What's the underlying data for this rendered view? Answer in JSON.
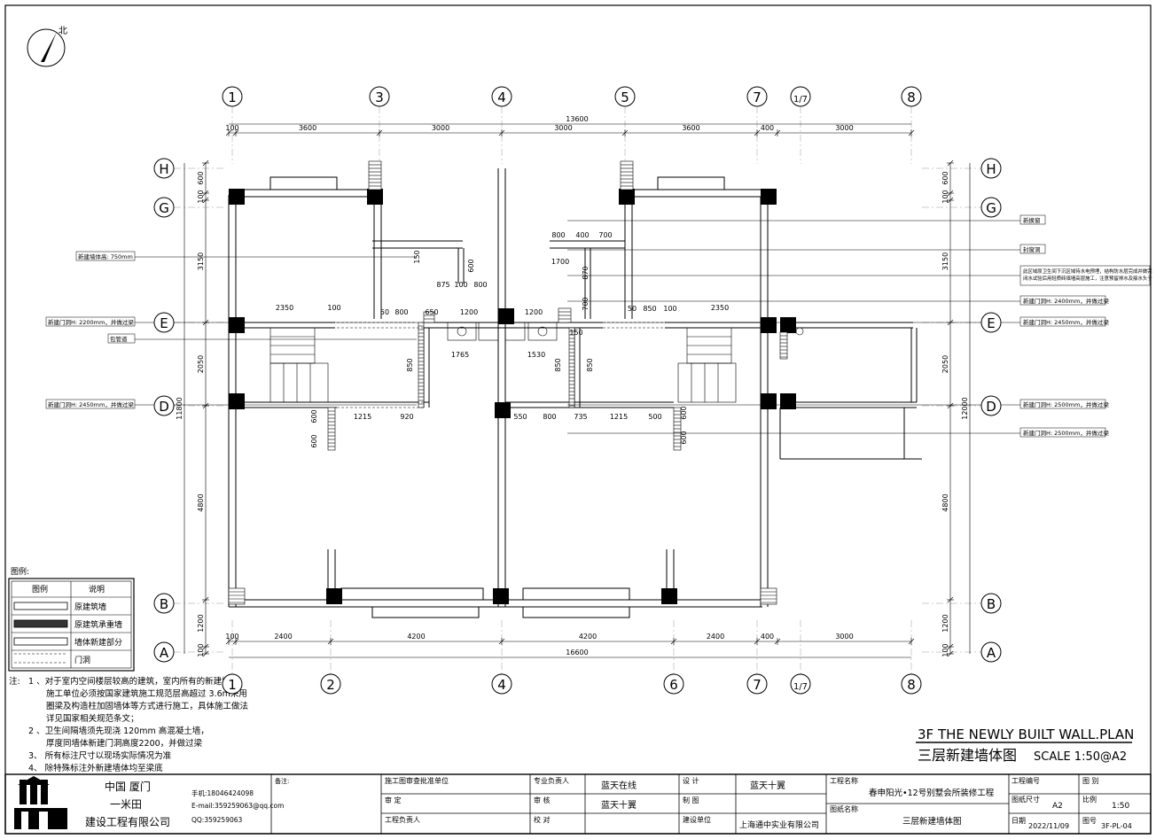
{
  "north_label": "北",
  "axes_top": [
    "1",
    "3",
    "4",
    "5",
    "7",
    "1/7",
    "8"
  ],
  "axes_bottom": [
    "1",
    "2",
    "4",
    "6",
    "7",
    "1/7",
    "8"
  ],
  "axes_left": [
    "H",
    "G",
    "E",
    "D",
    "B",
    "A"
  ],
  "axes_right": [
    "H",
    "G",
    "E",
    "D",
    "B",
    "A"
  ],
  "dims_top_total": "13600",
  "dims_top": [
    "100",
    "3600",
    "3000",
    "3000",
    "3600",
    "400",
    "3000"
  ],
  "dims_bottom_total": "16600",
  "dims_bottom": [
    "100",
    "2400",
    "4200",
    "4200",
    "2400",
    "400",
    "3000"
  ],
  "dims_left_total": "11800",
  "dims_left": [
    "600",
    "100",
    "3150",
    "2050",
    "4800",
    "1200",
    "100"
  ],
  "dims_right_total": "12000",
  "dims_right": [
    "600",
    "100",
    "3150",
    "2050",
    "4800",
    "1200",
    "100"
  ],
  "inner_dims": [
    "800",
    "400",
    "700",
    "1700",
    "875",
    "100",
    "800",
    "600",
    "870",
    "2350",
    "100",
    "50",
    "800",
    "650",
    "1200",
    "1200",
    "700",
    "50",
    "850",
    "100",
    "2350",
    "1765",
    "1530",
    "850",
    "850",
    "850",
    "1215",
    "920",
    "550",
    "800",
    "735",
    "1215",
    "500",
    "600",
    "600",
    "600",
    "600",
    "150",
    "150"
  ],
  "callouts_left": [
    "新建墙体高: 750mm",
    "新建门洞H: 2200mm，并做过梁",
    "包管道",
    "新建门洞H: 2450mm，并做过梁"
  ],
  "callouts_right": [
    "新换窗",
    "封窗洞",
    "此区域原卫生间下沉区域待水电预埋，结构防水层完成并做完闭水试验后用轻质砖填墙高层施工，注意预留排水及接水头子",
    "新建门洞H: 2400mm，并做过梁",
    "新建门洞H: 2450mm，并做过梁",
    "新建门洞H: 2500mm，并做过梁",
    "新建门洞H: 2500mm，并做过梁"
  ],
  "legend": {
    "title": "图例:",
    "col_symbol": "图例",
    "col_desc": "说明",
    "items": [
      "原建筑墙",
      "原建筑承重墙",
      "墙体新建部分",
      "门洞"
    ]
  },
  "notes": {
    "label": "注:",
    "lines": [
      "1 、对于室内空间楼层较高的建筑，室内所有的新建墙体",
      "施工单位必须按国家建筑施工规范层高超过 3.6m采用",
      "圈梁及构造柱加固墙体等方式进行施工，具体施工做法",
      "详见国家相关规范条文；",
      "2 、卫生间隔墙须先现浇 120mm 高混凝土墙，",
      "厚度同墙体新建门洞高度2200，并做过梁",
      "3、 所有标注尺寸以现场实际情况为准",
      "4、 除特殊标注外新建墙体均至梁底"
    ]
  },
  "plan_title_en": "3F THE NEWLY BUILT WALL.PLAN",
  "plan_title_cn": "三层新建墙体图",
  "plan_scale": "SCALE 1:50@A2",
  "title_block": {
    "company_line1": "中国 厦门",
    "company_line2": "一米田",
    "company_line3": "建设工程有限公司",
    "phone": "手机:18046424098",
    "email": "E-mail:359259063@qq.com",
    "qq": "QQ:359259063",
    "remarks_label": "备注:",
    "approval_unit": "施工图审查批准单位",
    "review": "审 定",
    "engineer_lead": "工程负责人",
    "profession_lead": "专业负责人",
    "profession_lead_name": "蓝天在线",
    "audit": "审 核",
    "audit_name": "蓝天十翼",
    "check": "校 对",
    "design": "设 计",
    "design_name": "蓝天十翼",
    "draw": "制 图",
    "build_unit": "建设单位",
    "build_unit_name": "上海通中实业有限公司",
    "project_label": "工程名称",
    "project_name": "春申阳光•12号别墅会所装修工程",
    "drawing_label": "图纸名称",
    "drawing_name": "三层新建墙体图",
    "eng_no_label": "工程编号",
    "category_label": "图 别",
    "size_label": "图纸尺寸",
    "size_value": "A2",
    "scale_label": "比例",
    "scale_value": "1:50",
    "date_label": "日期",
    "date_value": "2022/11/09",
    "number_label": "图号",
    "number_value": "3F-PL-04"
  }
}
